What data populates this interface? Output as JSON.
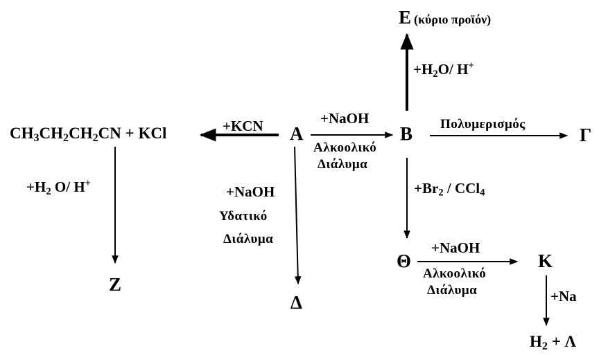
{
  "nodes": {
    "A": "Α",
    "B": "Β",
    "Gamma": "Γ",
    "Delta": "Δ",
    "Z": "Ζ",
    "Theta": "Θ",
    "K": "Κ",
    "E": "Ε",
    "E_note": "(κύριο προϊόν)",
    "nitrile_parts": [
      "CH",
      "3",
      "CH",
      "2",
      "CH",
      "2",
      "CN + KCl"
    ],
    "H2_parts": [
      "H",
      "2",
      "+ Λ"
    ]
  },
  "reagents": {
    "kcn": "+KCN",
    "naoh_top": "+NaOH",
    "alcoholic_1": "Αλκοολικό",
    "solution_1": "Διάλυμα",
    "polymerization": "Πολυμερισμός",
    "hydrolysis_top_parts": [
      "+H",
      "2",
      "O/ H",
      "+"
    ],
    "hydrolysis_left_parts": [
      "+H",
      "2",
      " O/ H",
      "+"
    ],
    "naoh_aq": "+NaOH",
    "aqueous": "Υδατικό",
    "solution_2": "Διάλυμα",
    "br2_parts": [
      "+Br",
      "2",
      " / CCl",
      "4"
    ],
    "naoh_theta": "+NaOH",
    "alcoholic_2": "Αλκοολικό",
    "solution_3": "Διάλυμα",
    "na": "+Na"
  }
}
